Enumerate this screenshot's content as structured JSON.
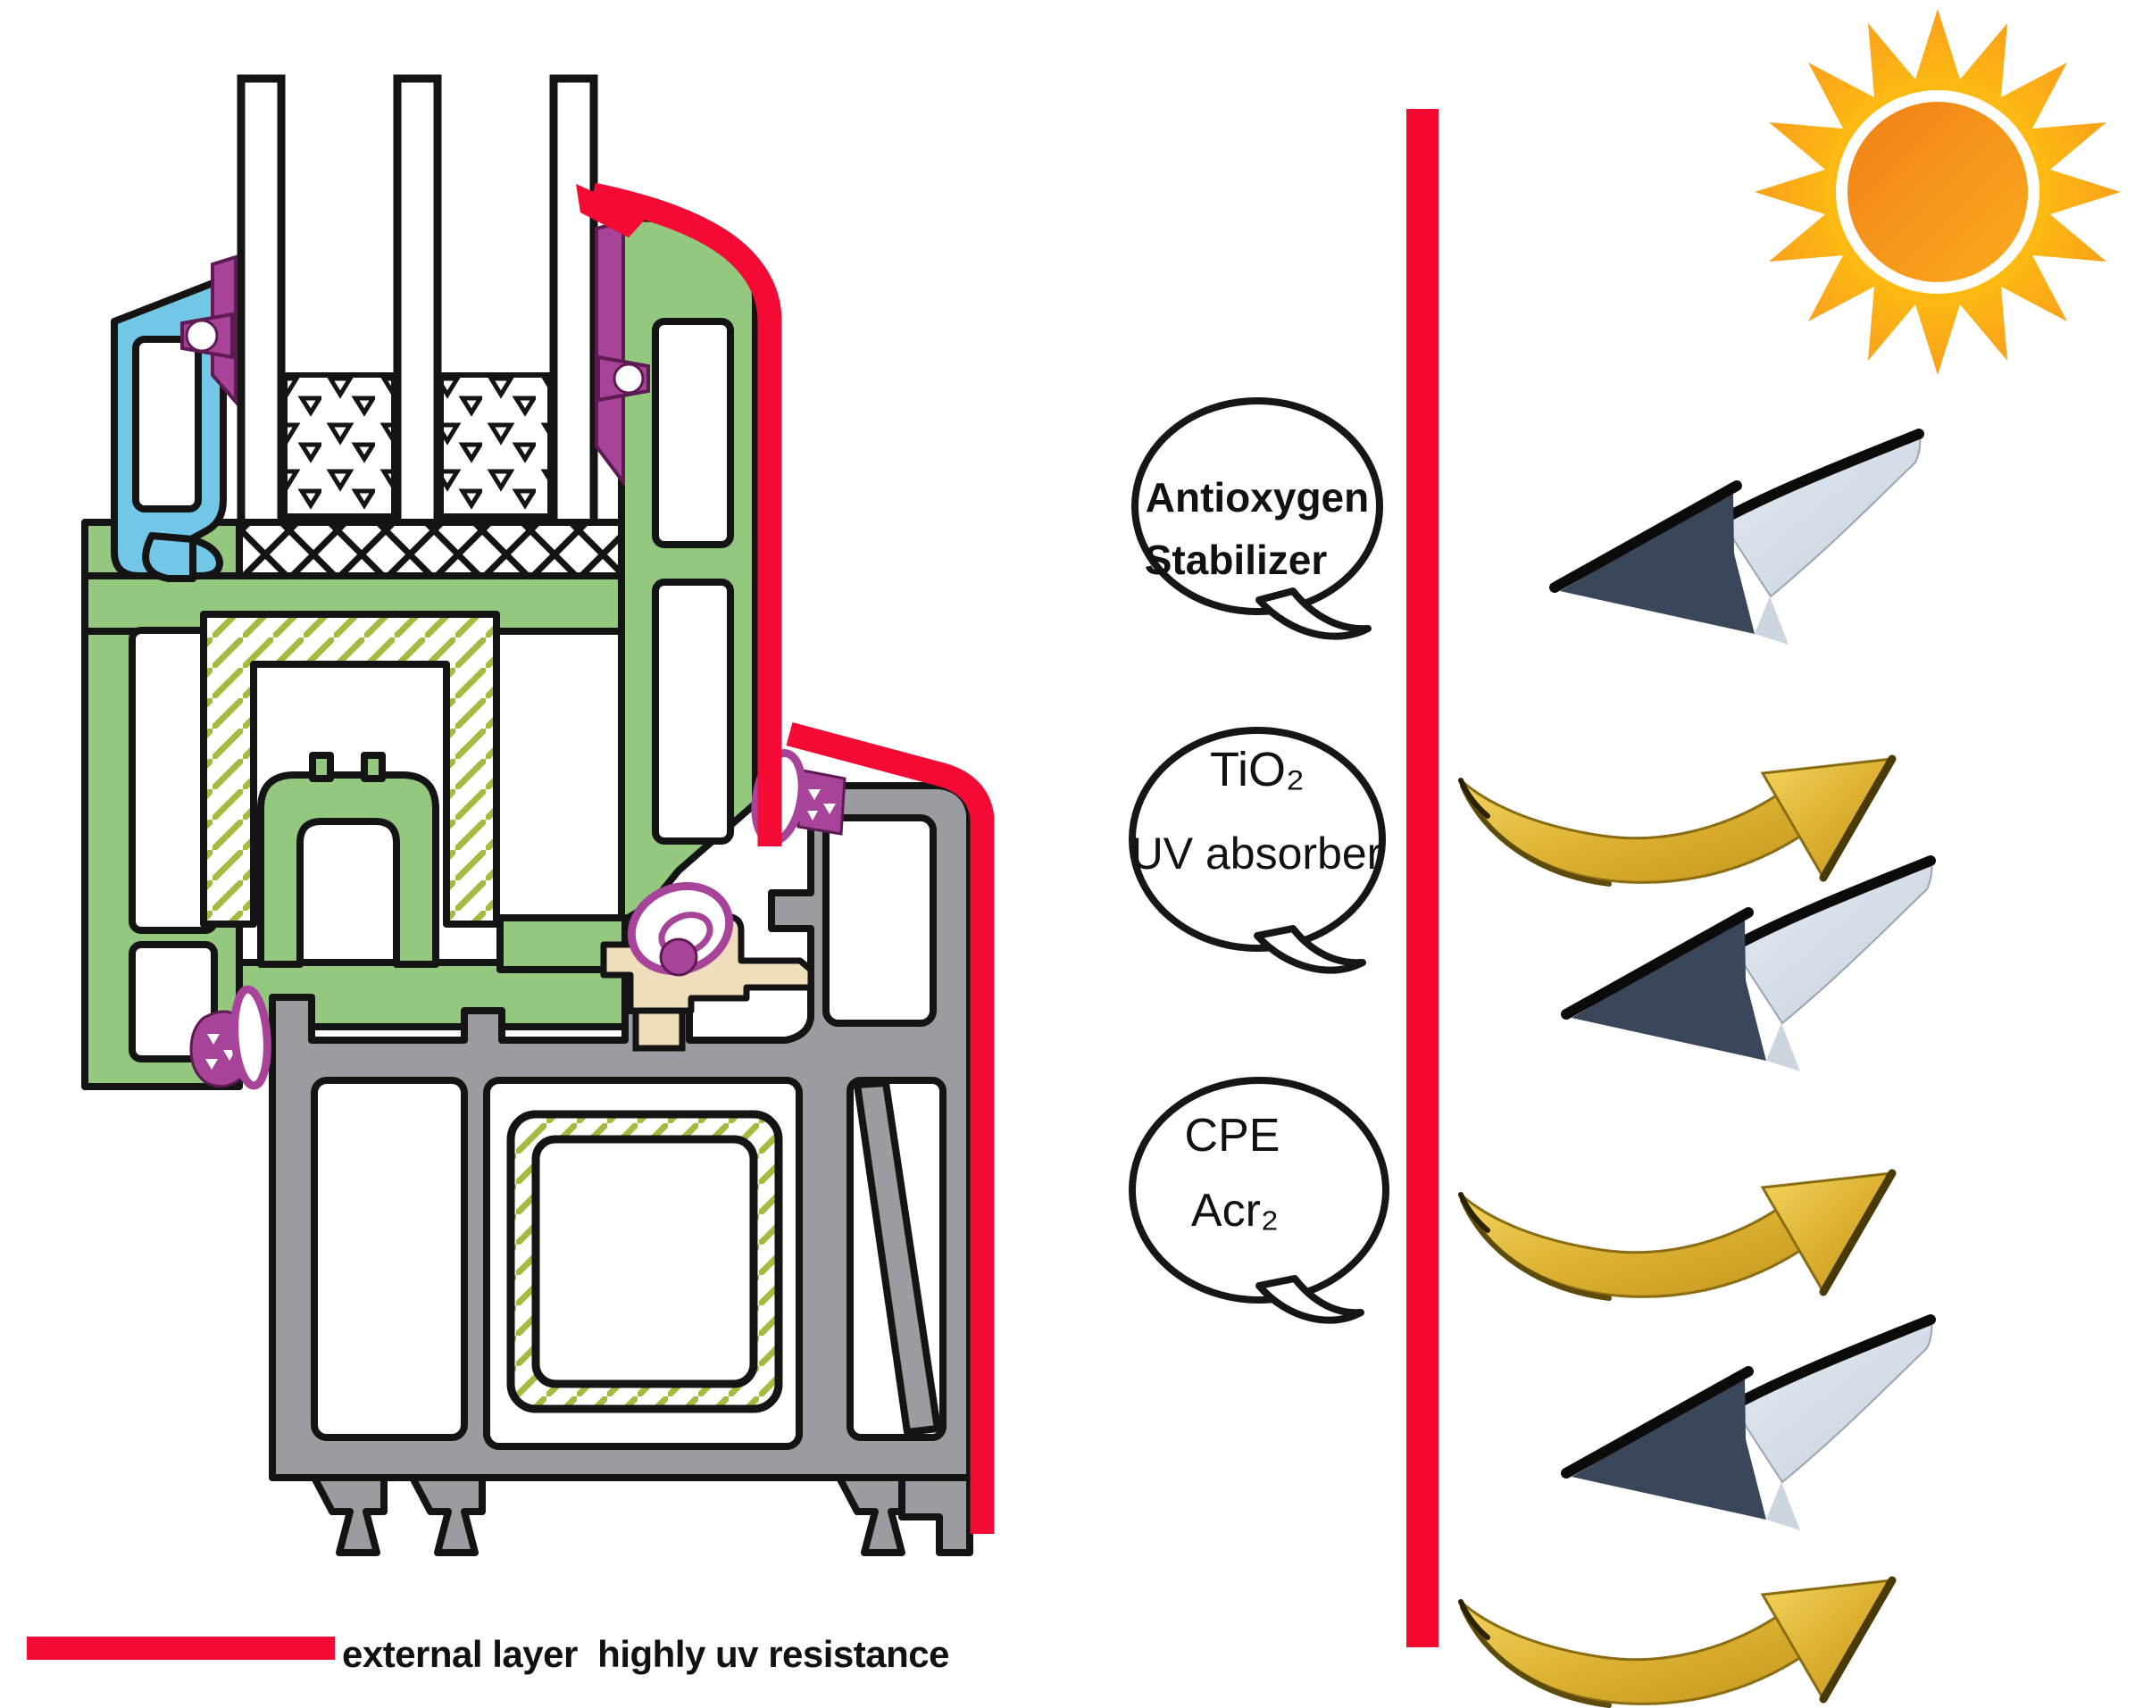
{
  "legend": {
    "swatch_color": "#f30b35",
    "label": "external layer  highly uv resistance"
  },
  "bubbles": [
    {
      "line1": "Antioxygen",
      "line2": "Stabilizer"
    },
    {
      "line1": "TiO₂",
      "line2": "UV absorber"
    },
    {
      "line1": "CPE",
      "line2": "Acr₂"
    }
  ],
  "colors": {
    "external_layer_red": "#f30b35",
    "divider_bar_red": "#f5092f",
    "sash_profile_green": "#93c87e",
    "frame_profile_gray": "#9b9ba1",
    "glazing_bead_blue": "#72c7e7",
    "gasket_magenta": "#a8439a",
    "interlock_tan": "#efddbc",
    "sun_orange": "#f7941e",
    "uv_incoming_arrow_navy": "#3a4659",
    "uv_reflected_arrow_gold": "#d9a92b"
  },
  "icons": {
    "sun": "sun-icon",
    "uv_incoming": "curved-arrow-left-icon",
    "uv_reflected": "curved-arrow-right-icon",
    "speech_bubble": "speech-bubble-shape"
  }
}
